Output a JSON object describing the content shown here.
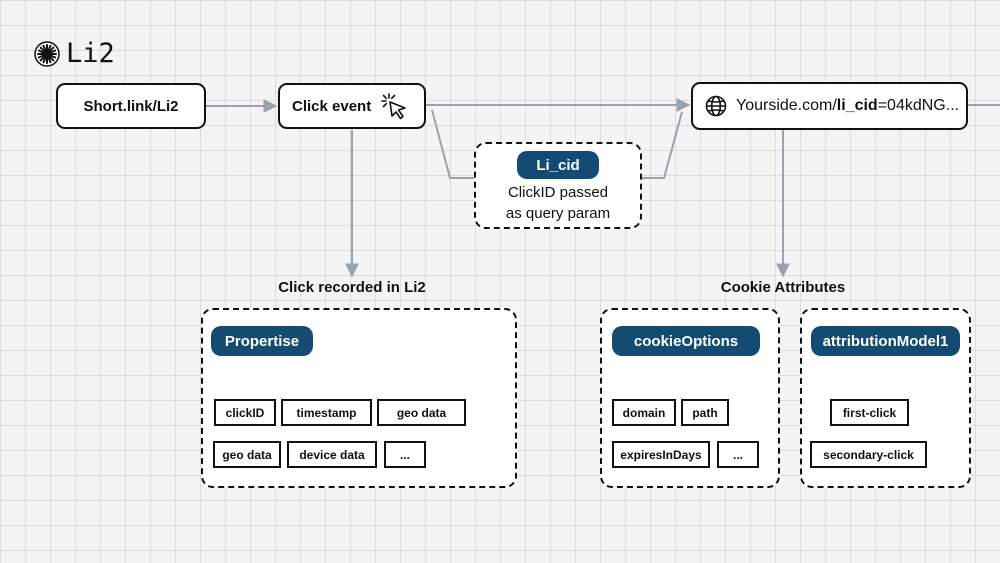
{
  "brand": {
    "logo_text": "Li2",
    "logo_icon": "starburst-icon"
  },
  "nodes": {
    "short_link": "Short.link/Li2",
    "click_event": "Click event",
    "url_prefix": "Yourside.com/",
    "url_param": "li_cid",
    "url_suffix": "=04kdNG..."
  },
  "li_cid_box": {
    "pill": "Li_cid",
    "line1": "ClickID passed",
    "line2": "as query param"
  },
  "click_recorded": {
    "title": "Click recorded in Li2",
    "pill": "Propertise",
    "chips": [
      "clickID",
      "timestamp",
      "geo data",
      "geo data",
      "device data",
      "..."
    ]
  },
  "cookie_attributes": {
    "title": "Cookie Attributes",
    "cookie_options": {
      "pill": "cookieOptions",
      "chips": [
        "domain",
        "path",
        "expiresInDays",
        "..."
      ]
    },
    "attribution_model": {
      "pill": "attributionModel1",
      "chips": [
        "first-click",
        "secondary-click"
      ]
    }
  },
  "colors": {
    "pill_bg": "#134b73",
    "connector": "#9aa3ab",
    "grid": "#dcdcdc"
  },
  "icons": {
    "click": "cursor-click-icon",
    "globe": "globe-icon"
  }
}
